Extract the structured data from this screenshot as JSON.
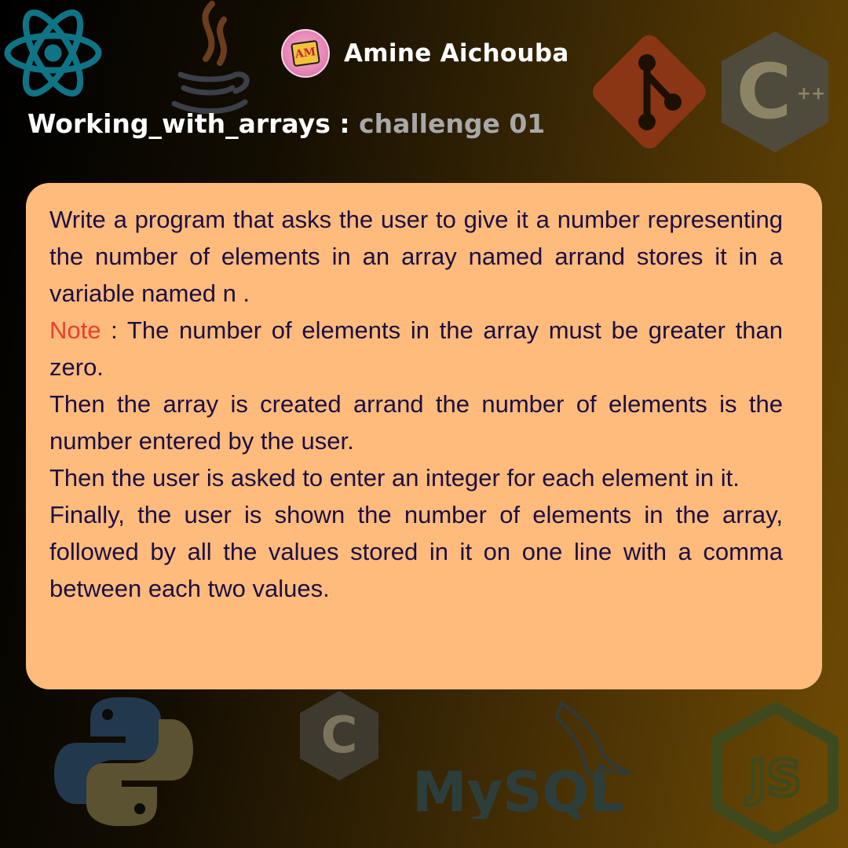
{
  "author": {
    "name": "Amine Aichouba",
    "avatar_initials": "AM"
  },
  "title": {
    "main": "Working_with_arrays : ",
    "sub": "challenge 01"
  },
  "card": {
    "p1": "Write a program that asks the user to give it a number representing the number of elements in an array named arrand stores it in a variable named n .",
    "note_label": "Note",
    "note_text": " : The number of elements in the array must be greater than zero.",
    "p3": "Then the array is created arrand the number of elements is the number entered by the user.",
    "p4": "Then the user is asked to enter an integer for each element in it.",
    "p5": "Finally, the user is shown the number of elements in the array, followed by all the values stored in it on one line with a comma between each two values."
  },
  "logos": {
    "cpp_text": "C",
    "cpp_plus": "++",
    "c_text": "C",
    "mysql_text": "MySQL",
    "js_text": "JS"
  },
  "colors": {
    "card_bg": "#ffbb7b",
    "body_text": "#1b0f44",
    "note_color": "#e8402f",
    "subtitle_color": "#a8a8a8"
  }
}
